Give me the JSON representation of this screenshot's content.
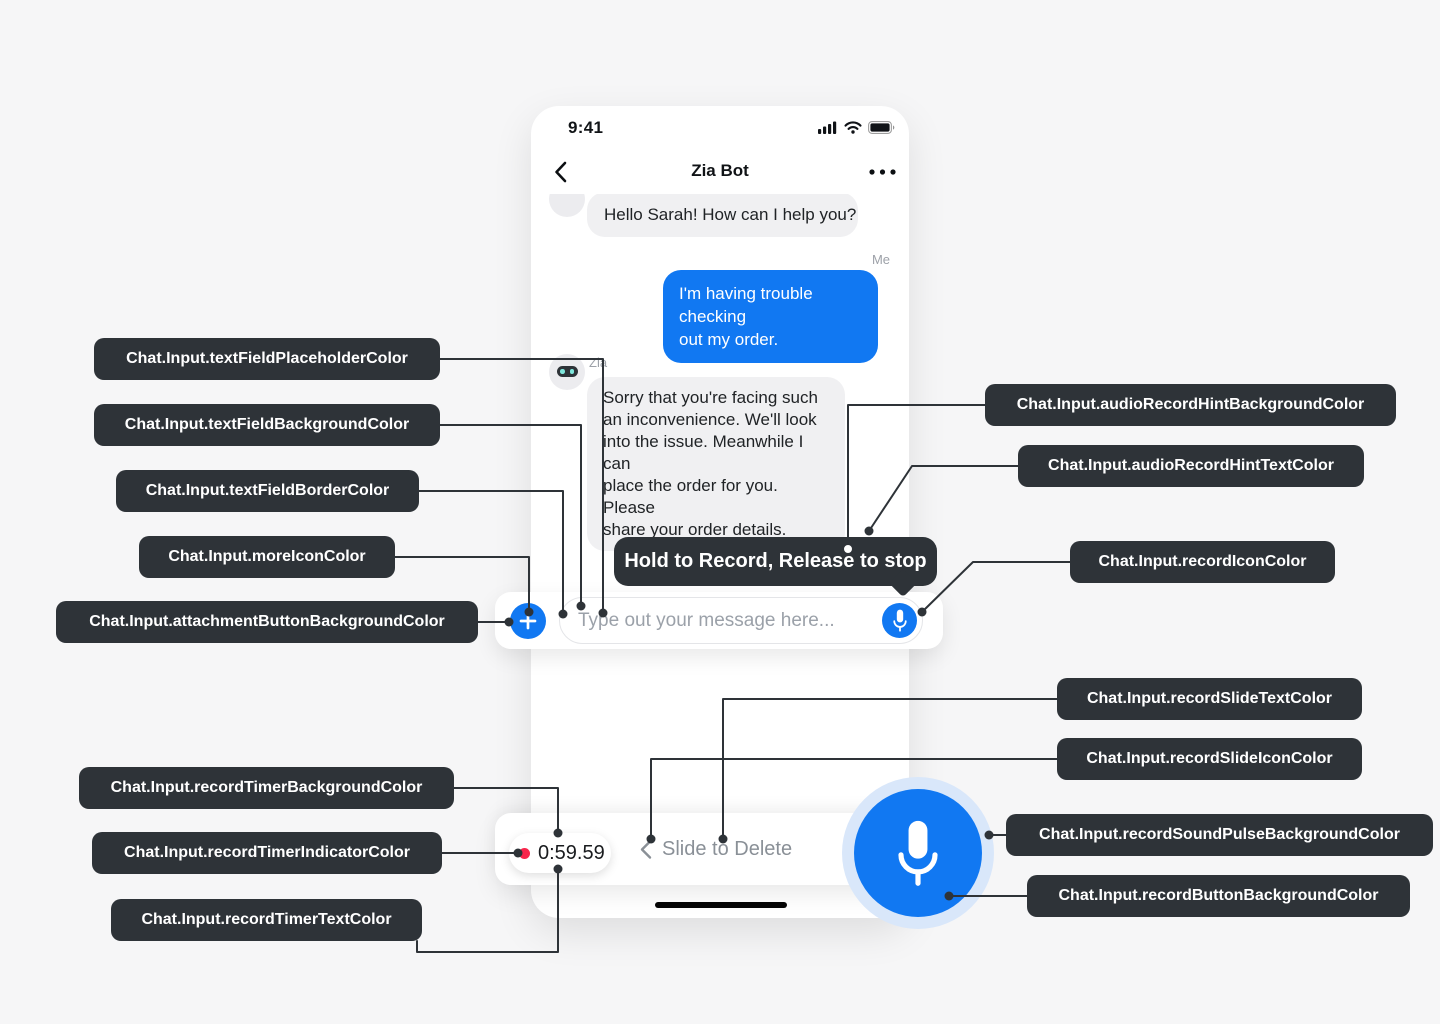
{
  "colors": {
    "accent_blue": "#1178F2",
    "callout_background": "#2E3338",
    "pulse_halo_blue": "#D9E7FA",
    "bubble_gray": "#F0F0F2",
    "record_indicator_red": "#F8254B",
    "placeholder_gray": "#9BA1A9",
    "slide_text_gray": "#8A9097"
  },
  "phone": {
    "status_bar": {
      "time": "9:41",
      "icons": [
        "cellular-signal-icon",
        "wifi-icon",
        "battery-icon"
      ]
    },
    "nav": {
      "title": "Zia Bot"
    },
    "chat": {
      "bot_greeting": "Hello Sarah! How can I help you?",
      "me_label": "Me",
      "user_message": "I'm having trouble checking\nout my order.",
      "bot_name": "Zia",
      "bot_reply": "Sorry that you're facing such\nan inconvenience. We'll look\ninto the issue. Meanwhile I can\nplace the order for you. Please\nshare your order details."
    }
  },
  "tooltip": {
    "text": "Hold to Record, Release to stop"
  },
  "input_bar": {
    "placeholder": "Type out your message here..."
  },
  "record_bar": {
    "timer": "0:59.59",
    "slide_label": "Slide to Delete"
  },
  "callouts": {
    "textFieldPlaceholderColor": "Chat.Input.textFieldPlaceholderColor",
    "textFieldBackgroundColor": "Chat.Input.textFieldBackgroundColor",
    "textFieldBorderColor": "Chat.Input.textFieldBorderColor",
    "moreIconColor": "Chat.Input.moreIconColor",
    "attachmentButtonBackgroundColor": "Chat.Input.attachmentButtonBackgroundColor",
    "recordTimerBackgroundColor": "Chat.Input.recordTimerBackgroundColor",
    "recordTimerIndicatorColor": "Chat.Input.recordTimerIndicatorColor",
    "recordTimerTextColor": "Chat.Input.recordTimerTextColor",
    "audioRecordHintBackgroundColor": "Chat.Input.audioRecordHintBackgroundColor",
    "audioRecordHintTextColor": "Chat.Input.audioRecordHintTextColor",
    "recordIconColor": "Chat.Input.recordIconColor",
    "recordSlideTextColor": "Chat.Input.recordSlideTextColor",
    "recordSlideIconColor": "Chat.Input.recordSlideIconColor",
    "recordSoundPulseBackgroundColor": "Chat.Input.recordSoundPulseBackgroundColor",
    "recordButtonBackgroundColor": "Chat.Input.recordButtonBackgroundColor"
  }
}
